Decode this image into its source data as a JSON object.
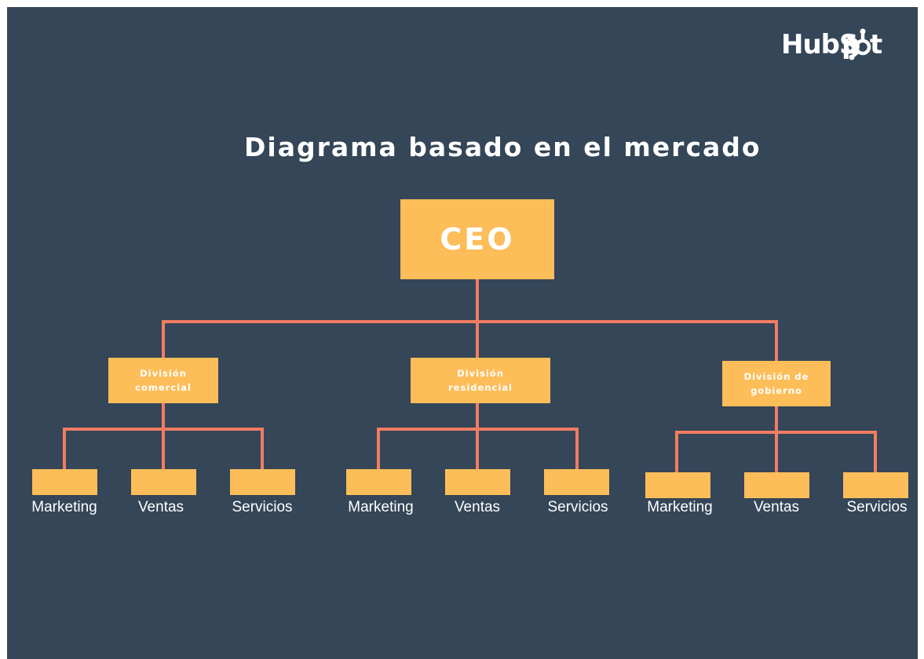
{
  "title": "Diagrama basado en el mercado",
  "logo": "HubSpot",
  "colors": {
    "background": "#344657",
    "box": "#fdbd59",
    "connector": "#f37c62",
    "text": "#ffffff"
  },
  "root": {
    "label": "CEO"
  },
  "divisions": [
    {
      "label": "División comercial",
      "departments": [
        "Marketing",
        "Ventas",
        "Servicios"
      ]
    },
    {
      "label": "División residencial",
      "departments": [
        "Marketing",
        "Ventas",
        "Servicios"
      ]
    },
    {
      "label": "División de gobierno",
      "departments": [
        "Marketing",
        "Ventas",
        "Servicios"
      ]
    }
  ]
}
